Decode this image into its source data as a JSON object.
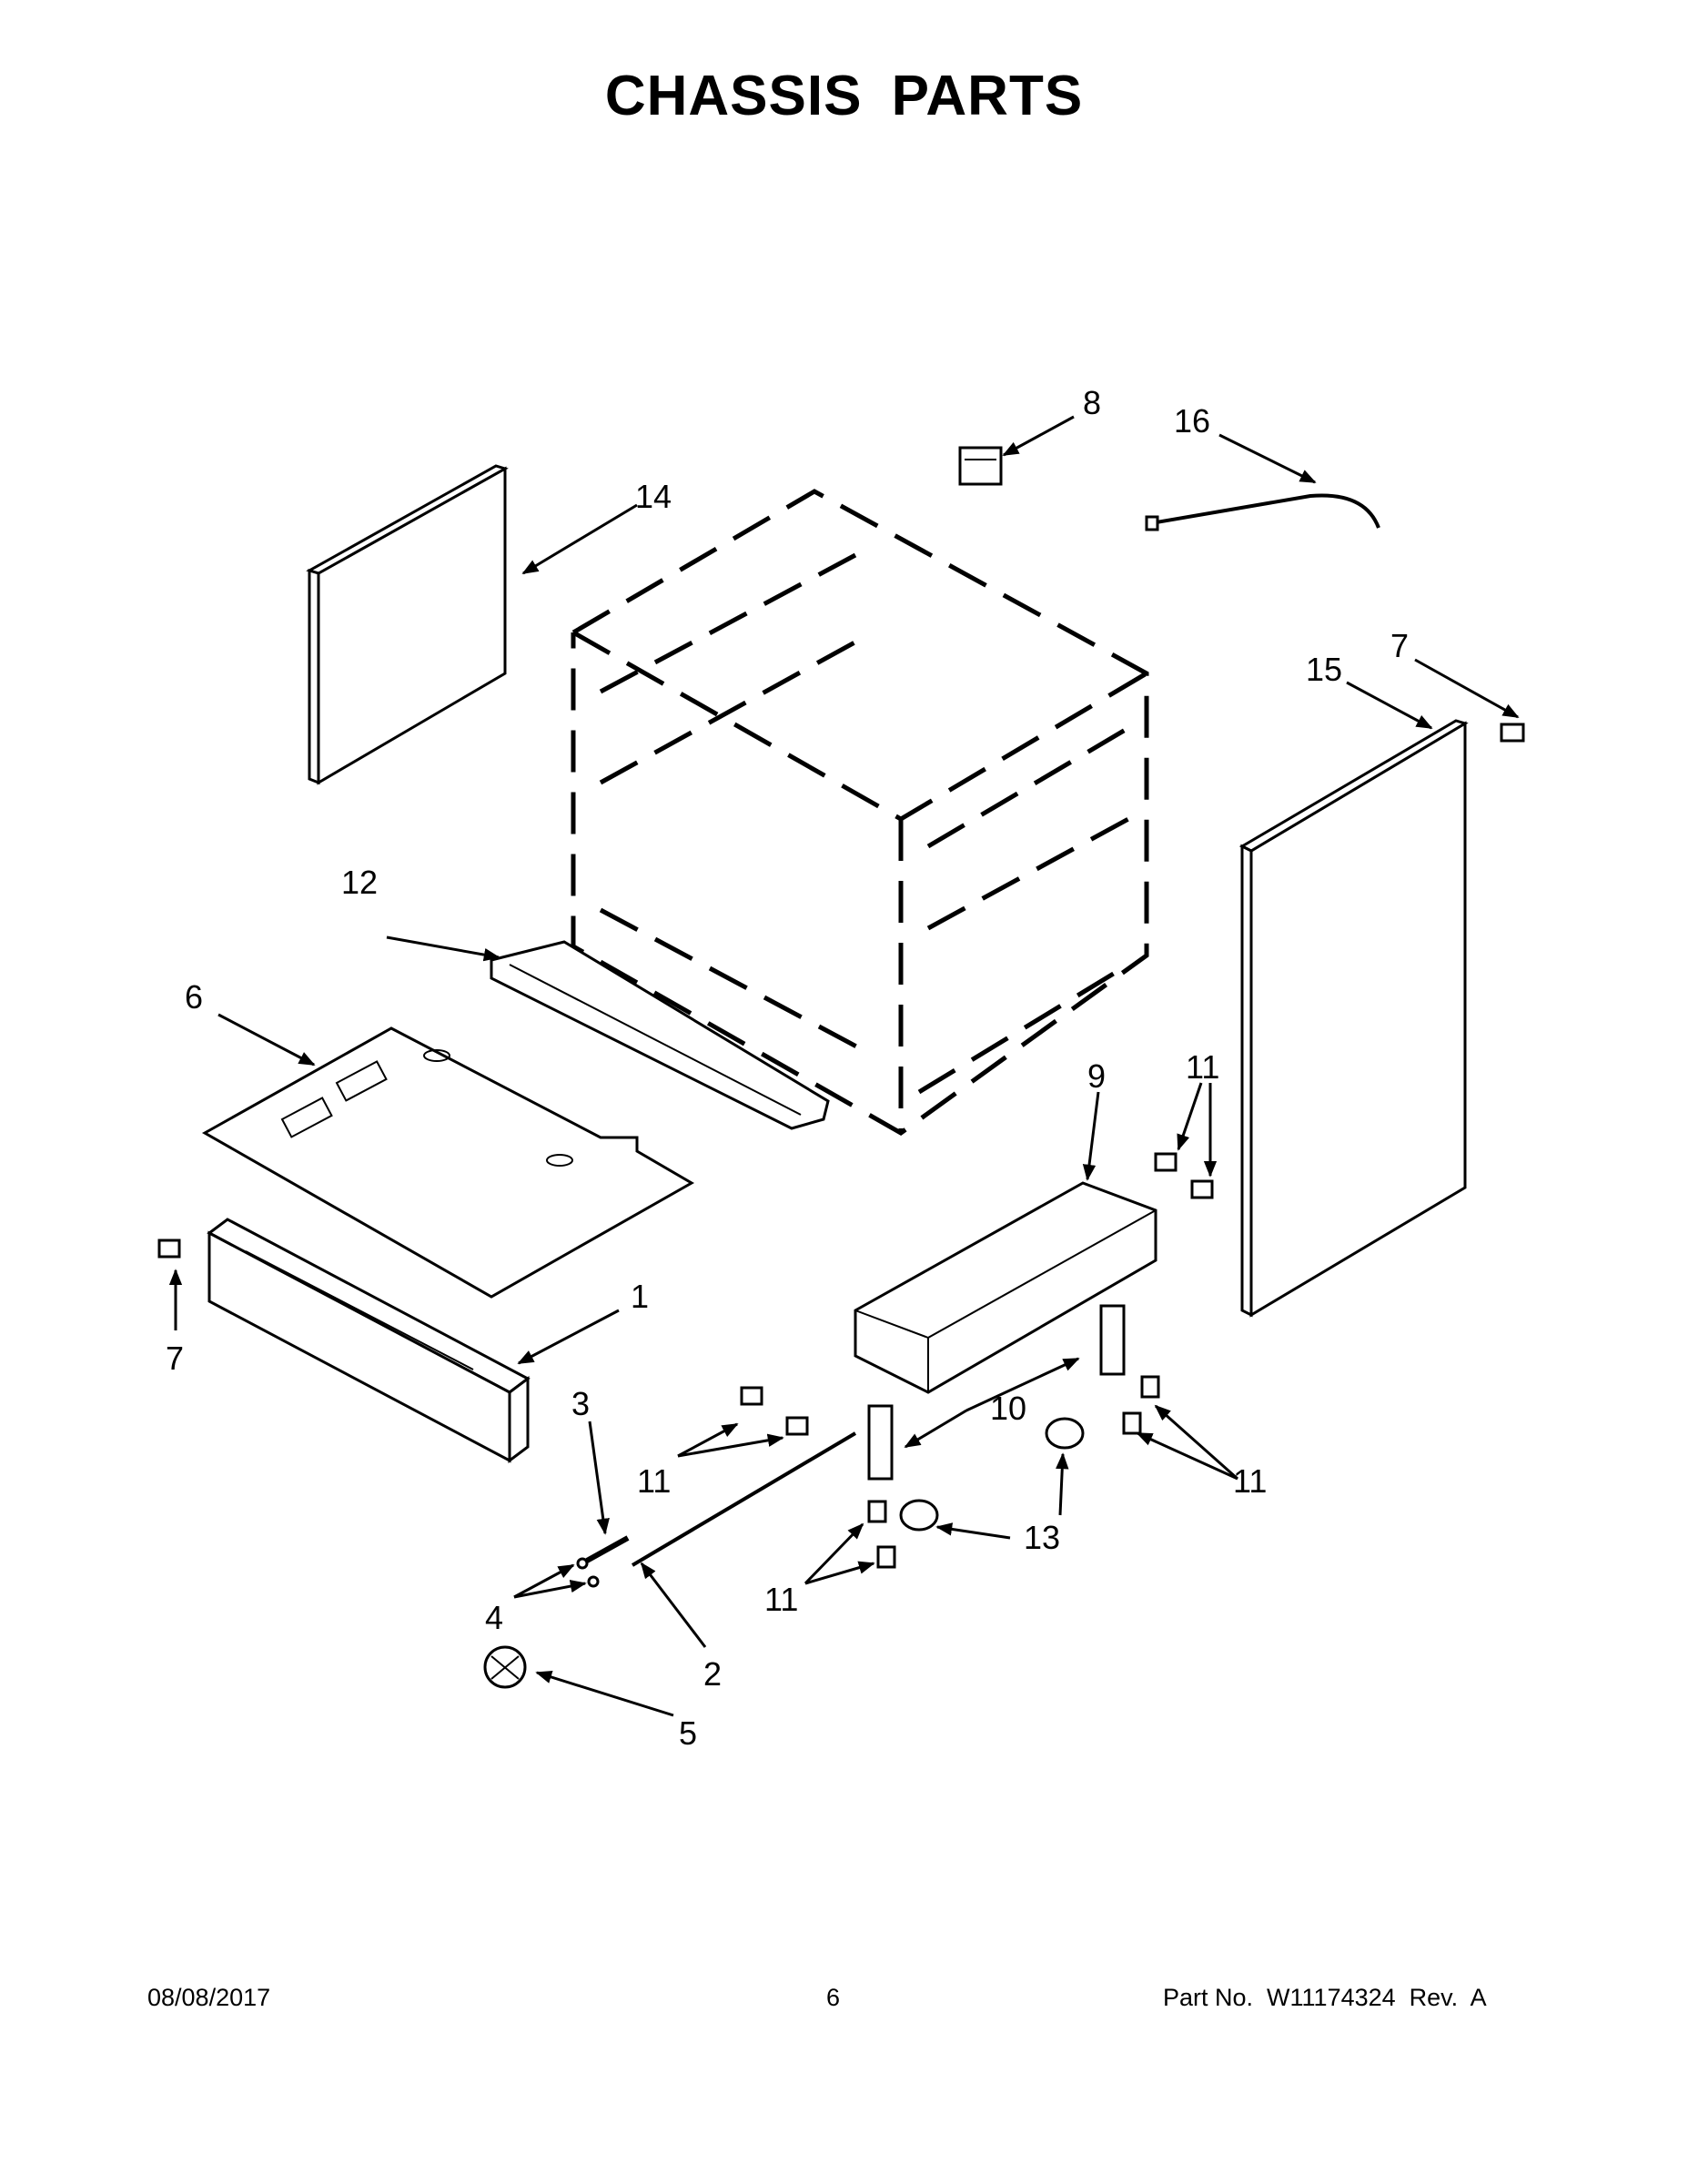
{
  "title": "CHASSIS PARTS",
  "callouts": {
    "c1": "1",
    "c2": "2",
    "c3": "3",
    "c4": "4",
    "c5": "5",
    "c6": "6",
    "c7a": "7",
    "c7b": "7",
    "c8": "8",
    "c9": "9",
    "c10": "10",
    "c11a": "11",
    "c11b": "11",
    "c11c": "11",
    "c11d": "11",
    "c12": "12",
    "c13": "13",
    "c14": "14",
    "c15": "15",
    "c16": "16"
  },
  "footer": {
    "date": "08/08/2017",
    "page": "6",
    "part_no": "Part No.  W11174324  Rev.  A"
  }
}
